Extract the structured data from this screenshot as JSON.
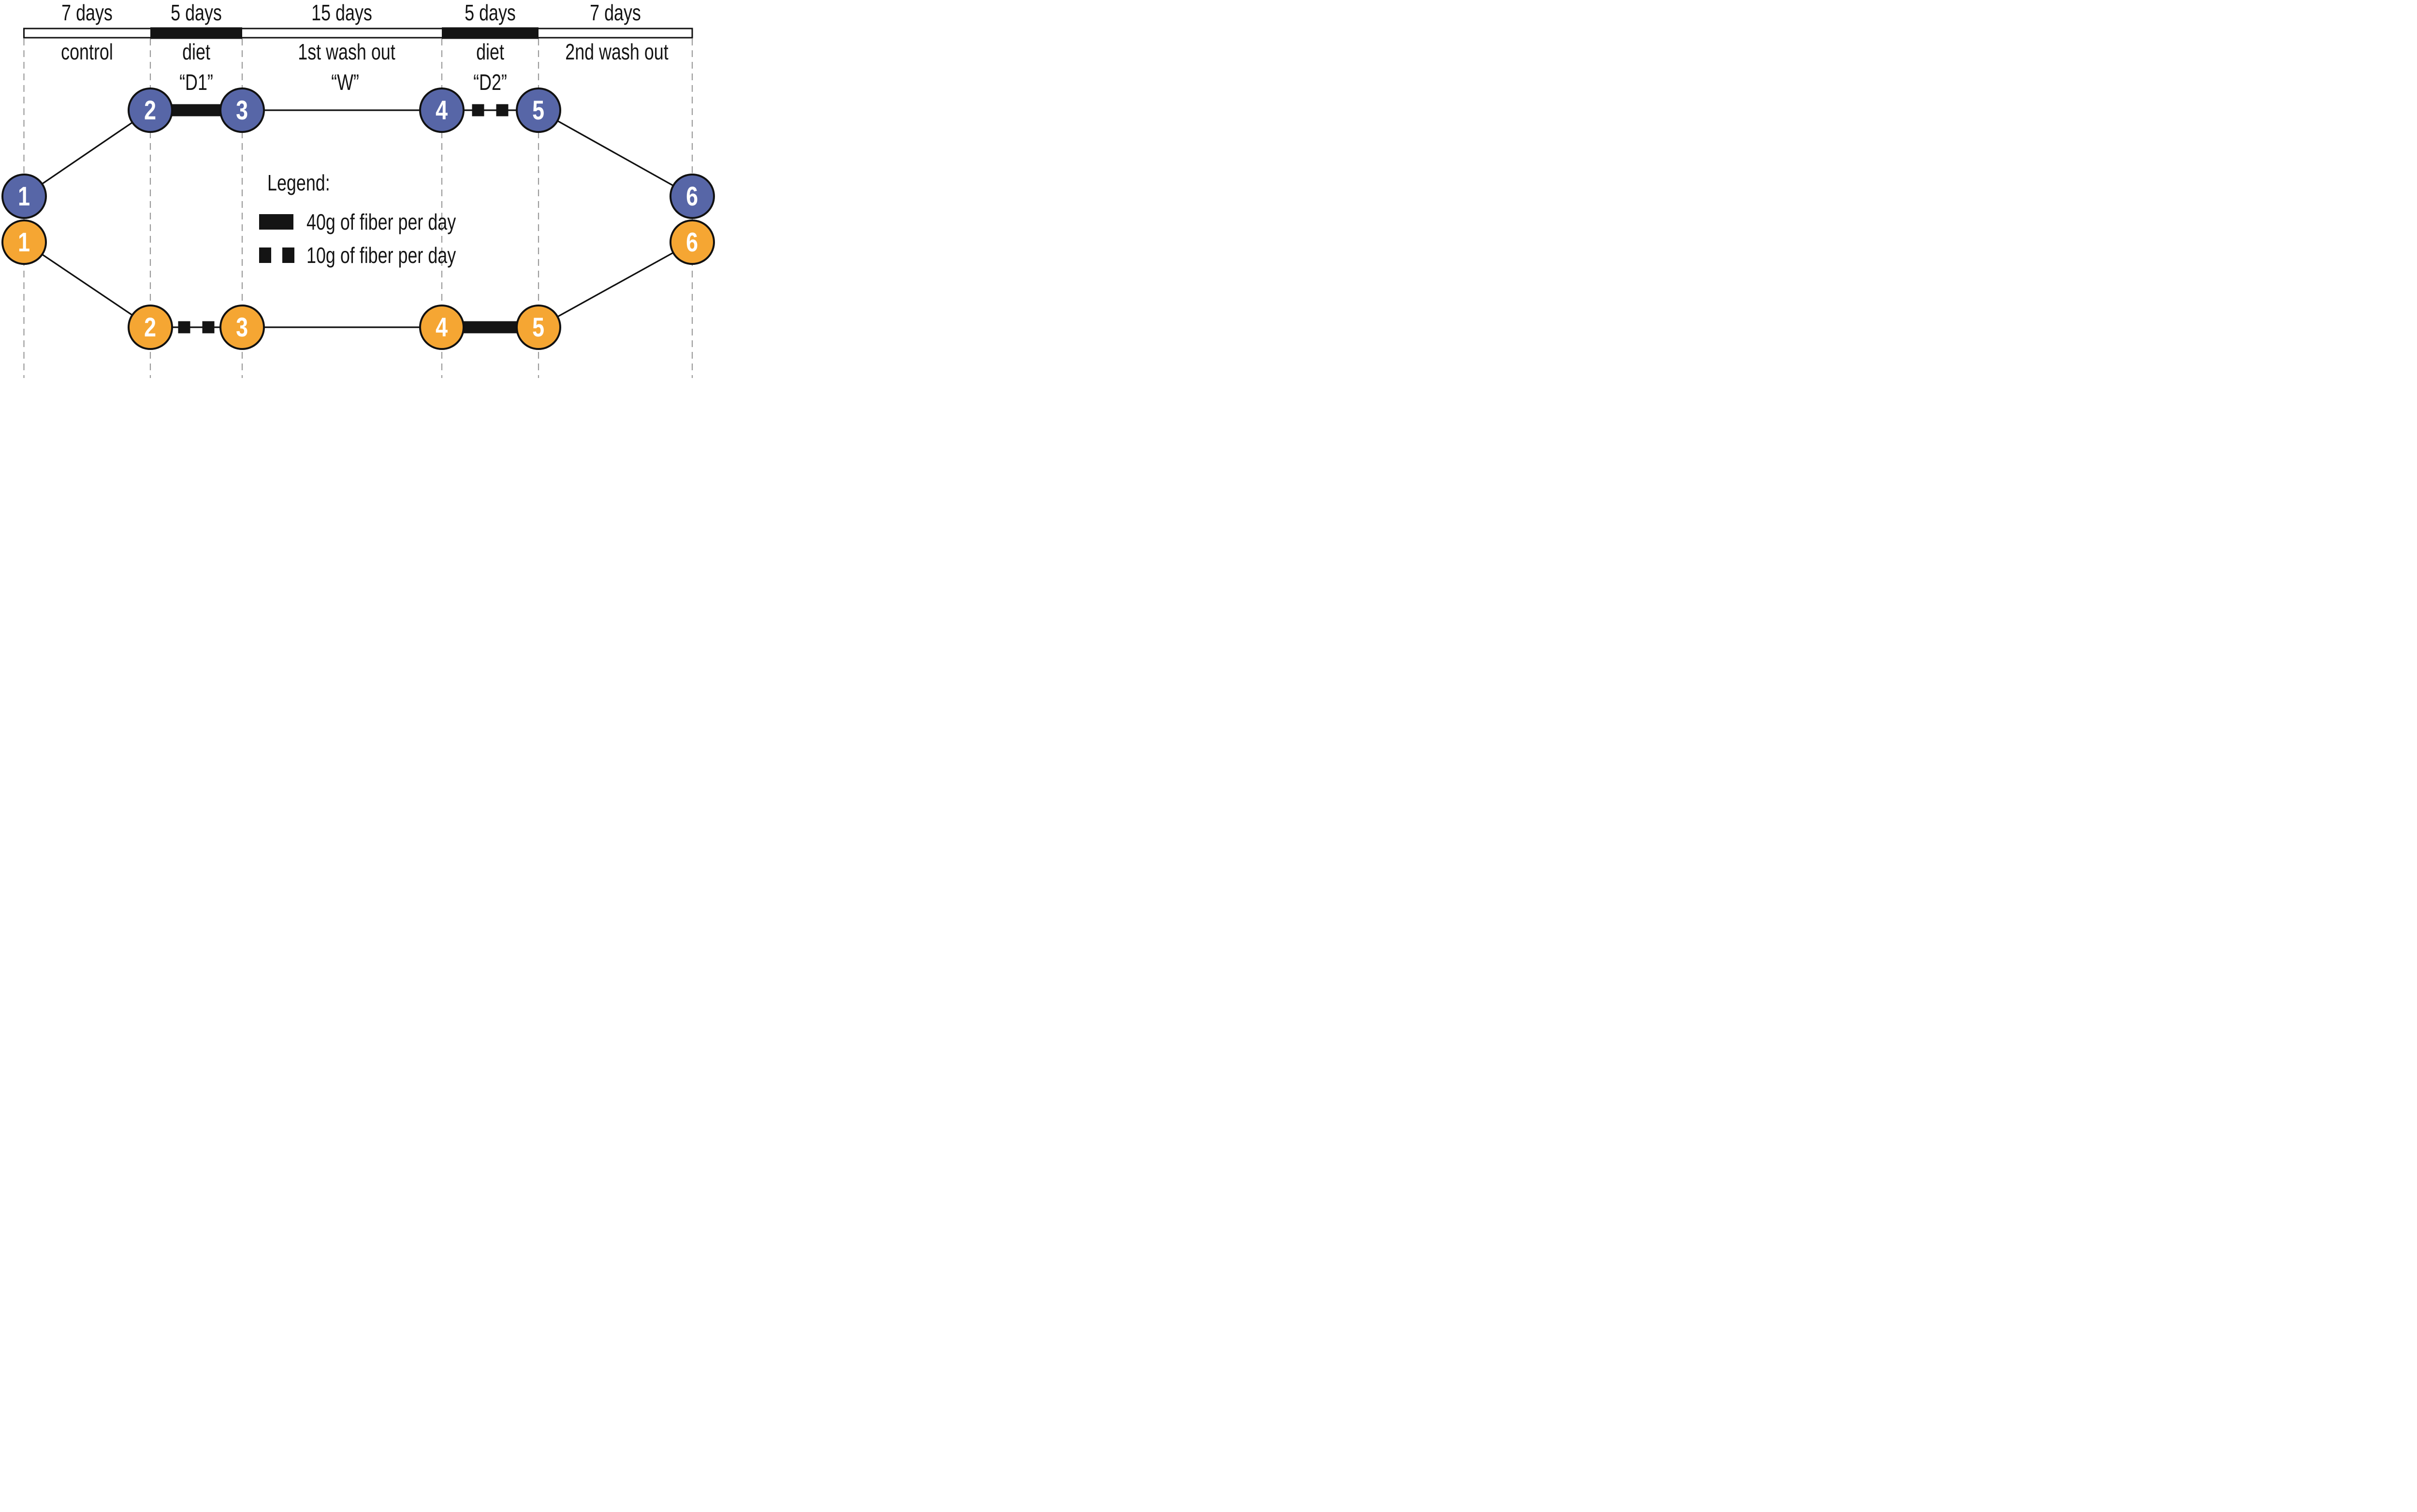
{
  "colors": {
    "arm_top_blue": "#5766A7",
    "arm_bottom_orange": "#F5A633",
    "outline_black": "#111111",
    "dashed_gridline_gray": "#9A9A9A",
    "washout_bar_fill": "#ffffff",
    "diet_bar_fill": "#141414"
  },
  "timeline": {
    "segments": [
      {
        "duration": "7 days",
        "phase": "control",
        "type": "washout"
      },
      {
        "duration": "5 days",
        "phase": "diet",
        "code": "“D1”",
        "type": "diet"
      },
      {
        "duration": "15 days",
        "phase": "1st wash out",
        "code": "“W”",
        "type": "washout"
      },
      {
        "duration": "5 days",
        "phase": "diet",
        "code": "“D2”",
        "type": "diet"
      },
      {
        "duration": "7 days",
        "phase": "2nd wash out",
        "type": "washout"
      }
    ]
  },
  "arms": [
    {
      "name": "top arm (blue)",
      "nodes": [
        "1",
        "2",
        "3",
        "4",
        "5",
        "6"
      ],
      "links": [
        {
          "from": "1",
          "to": "2",
          "fiber": null
        },
        {
          "from": "2",
          "to": "3",
          "fiber": "40g of fiber per day"
        },
        {
          "from": "3",
          "to": "4",
          "fiber": null
        },
        {
          "from": "4",
          "to": "5",
          "fiber": "10g of fiber per day"
        },
        {
          "from": "5",
          "to": "6",
          "fiber": null
        }
      ]
    },
    {
      "name": "bottom arm (orange)",
      "nodes": [
        "1",
        "2",
        "3",
        "4",
        "5",
        "6"
      ],
      "links": [
        {
          "from": "1",
          "to": "2",
          "fiber": null
        },
        {
          "from": "2",
          "to": "3",
          "fiber": "10g of fiber per day"
        },
        {
          "from": "3",
          "to": "4",
          "fiber": null
        },
        {
          "from": "4",
          "to": "5",
          "fiber": "40g of fiber per day"
        },
        {
          "from": "5",
          "to": "6",
          "fiber": null
        }
      ]
    }
  ],
  "legend": {
    "title": "Legend:",
    "items": [
      {
        "symbol": "solid-thick-bar",
        "label": "40g of fiber per day"
      },
      {
        "symbol": "two-black-squares",
        "label": "10g of fiber per day"
      }
    ]
  }
}
